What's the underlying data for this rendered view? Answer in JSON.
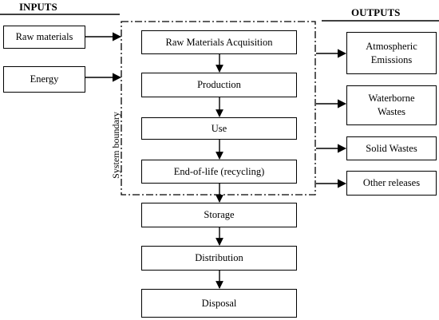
{
  "headers": {
    "inputs": "INPUTS",
    "outputs": "OUTPUTS"
  },
  "inputs": [
    "Raw materials",
    "Energy"
  ],
  "boundary_label": "System boundary",
  "stages_inside": [
    "Raw Materials Acquisition",
    "Production",
    "Use",
    "End-of-life (recycling)"
  ],
  "stages_outside": [
    "Storage",
    "Distribution",
    "Disposal"
  ],
  "outputs": [
    {
      "line1": "Atmospheric",
      "line2": "Emissions"
    },
    {
      "line1": "Waterborne",
      "line2": "Wastes"
    },
    {
      "line1": "Solid Wastes",
      "line2": ""
    },
    {
      "line1": "Other releases",
      "line2": ""
    }
  ]
}
